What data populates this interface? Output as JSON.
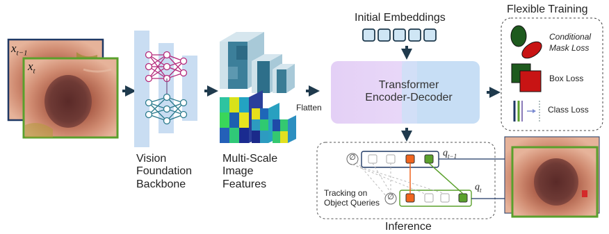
{
  "frames": {
    "prev_label": "x",
    "prev_sub": "t−1",
    "curr_label": "x",
    "curr_sub": "t"
  },
  "backbone": {
    "line1": "Vision",
    "line2": "Foundation",
    "line3": "Backbone"
  },
  "features": {
    "line1": "Multi-Scale",
    "line2": "Image",
    "line3": "Features"
  },
  "flatten_label": "Flatten",
  "embeddings": {
    "title": "Initial Embeddings",
    "count": 5
  },
  "transformer": {
    "line1": "Transformer",
    "line2": "Encoder-Decoder"
  },
  "training": {
    "title": "Flexible Training",
    "mask_loss_line1": "Conditional",
    "mask_loss_line2": "Mask Loss",
    "box_loss": "Box Loss",
    "class_loss": "Class Loss"
  },
  "inference": {
    "title": "Inference",
    "tracking_line1": "Tracking on",
    "tracking_line2": "Object Queries",
    "q_prev_label": "q",
    "q_prev_sub": "t−1",
    "q_curr_label": "q",
    "q_curr_sub": "t",
    "empty_symbol": "∅"
  },
  "colors": {
    "frame_prev_border": "#1f3864",
    "frame_curr_border": "#5aa02c",
    "arrow": "#1f3a4d",
    "backbone_rect": "#c9ddf2",
    "nn_top": "#b4287a",
    "nn_bottom": "#2a7a8c",
    "embedding_fill": "#cfe6f5",
    "embedding_border": "#1f3a4d",
    "transformer_left": "#e6d4f7",
    "transformer_right": "#c7def5",
    "query_orange": "#f0641e",
    "query_green": "#5aa02c",
    "mask_green": "#1e5a1e",
    "mask_red": "#c81414"
  }
}
